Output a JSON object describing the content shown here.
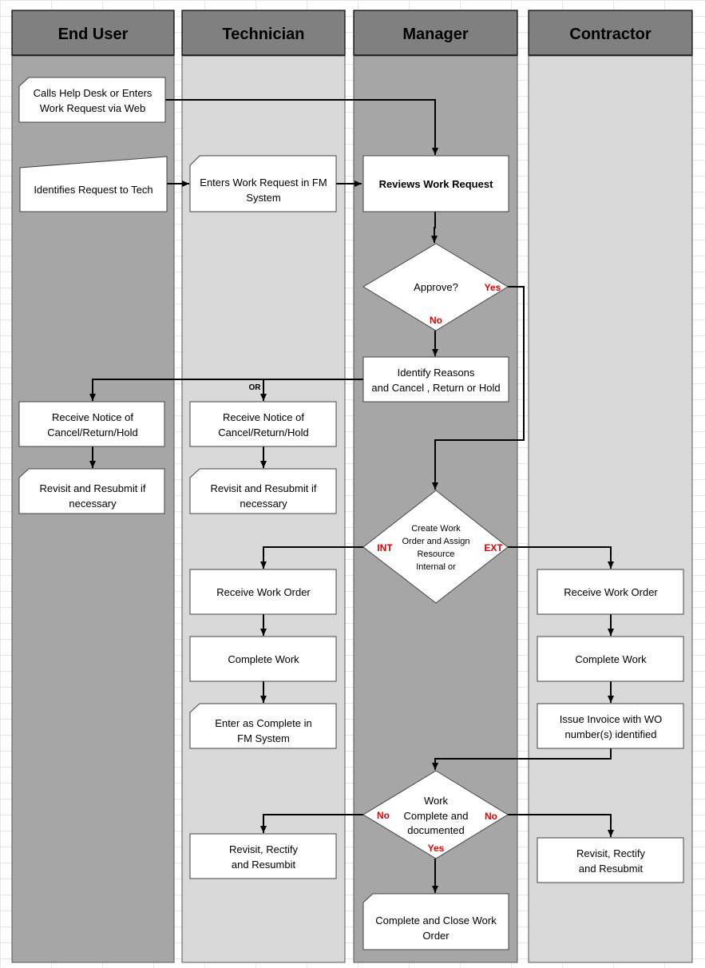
{
  "lanes": [
    {
      "id": "end-user",
      "title": "End User",
      "color": "#a6a6a6"
    },
    {
      "id": "technician",
      "title": "Technician",
      "color": "#d9d9d9"
    },
    {
      "id": "manager",
      "title": "Manager",
      "color": "#a6a6a6"
    },
    {
      "id": "contractor",
      "title": "Contractor",
      "color": "#d9d9d9"
    }
  ],
  "nodes": {
    "eu_calls": {
      "lines": [
        "Calls Help Desk or Enters",
        "Work Request via Web"
      ]
    },
    "eu_identifies": {
      "lines": [
        "Identifies Request to Tech"
      ]
    },
    "tech_enters": {
      "lines": [
        "Enters Work Request in FM",
        "System"
      ]
    },
    "mgr_reviews": {
      "lines": [
        "Reviews Work Request"
      ]
    },
    "mgr_approve": {
      "lines": [
        "Approve?"
      ]
    },
    "mgr_identify": {
      "lines": [
        "Identify Reasons",
        "and Cancel , Return or Hold"
      ]
    },
    "eu_receive_notice": {
      "lines": [
        "Receive Notice of",
        "Cancel/Return/Hold"
      ]
    },
    "tech_receive_notice": {
      "lines": [
        "Receive Notice of",
        "Cancel/Return/Hold"
      ]
    },
    "eu_revisit": {
      "lines": [
        "Revisit and Resubmit if",
        "necessary"
      ]
    },
    "tech_revisit": {
      "lines": [
        "Revisit and Resubmit if",
        "necessary"
      ]
    },
    "mgr_create": {
      "lines": [
        "Create Work",
        "Order and Assign",
        "Resource",
        "Internal or"
      ]
    },
    "tech_receive_wo": {
      "lines": [
        "Receive Work Order"
      ]
    },
    "con_receive_wo": {
      "lines": [
        "Receive Work Order"
      ]
    },
    "tech_complete": {
      "lines": [
        "Complete Work"
      ]
    },
    "con_complete": {
      "lines": [
        "Complete Work"
      ]
    },
    "tech_enter_complete": {
      "lines": [
        "Enter as Complete in",
        "FM System"
      ]
    },
    "con_invoice": {
      "lines": [
        "Issue Invoice with WO",
        "number(s) identified"
      ]
    },
    "mgr_work_complete": {
      "lines": [
        "Work",
        "Complete and",
        "documented"
      ]
    },
    "tech_rectify": {
      "lines": [
        "Revisit, Rectify",
        "and Resumbit"
      ]
    },
    "con_rectify": {
      "lines": [
        "Revisit,  Rectify",
        "and Resubmit"
      ]
    },
    "mgr_close": {
      "lines": [
        "Complete and Close Work",
        "Order"
      ]
    }
  },
  "labels": {
    "approve_yes": "Yes",
    "approve_no": "No",
    "or": "OR",
    "int": "INT",
    "ext": "EXT",
    "wc_no_left": "No",
    "wc_no_right": "No",
    "wc_yes": "Yes"
  },
  "colors": {
    "header": "#808080",
    "decision_label": "#e00000",
    "line": "#000000",
    "box": "#ffffff"
  }
}
